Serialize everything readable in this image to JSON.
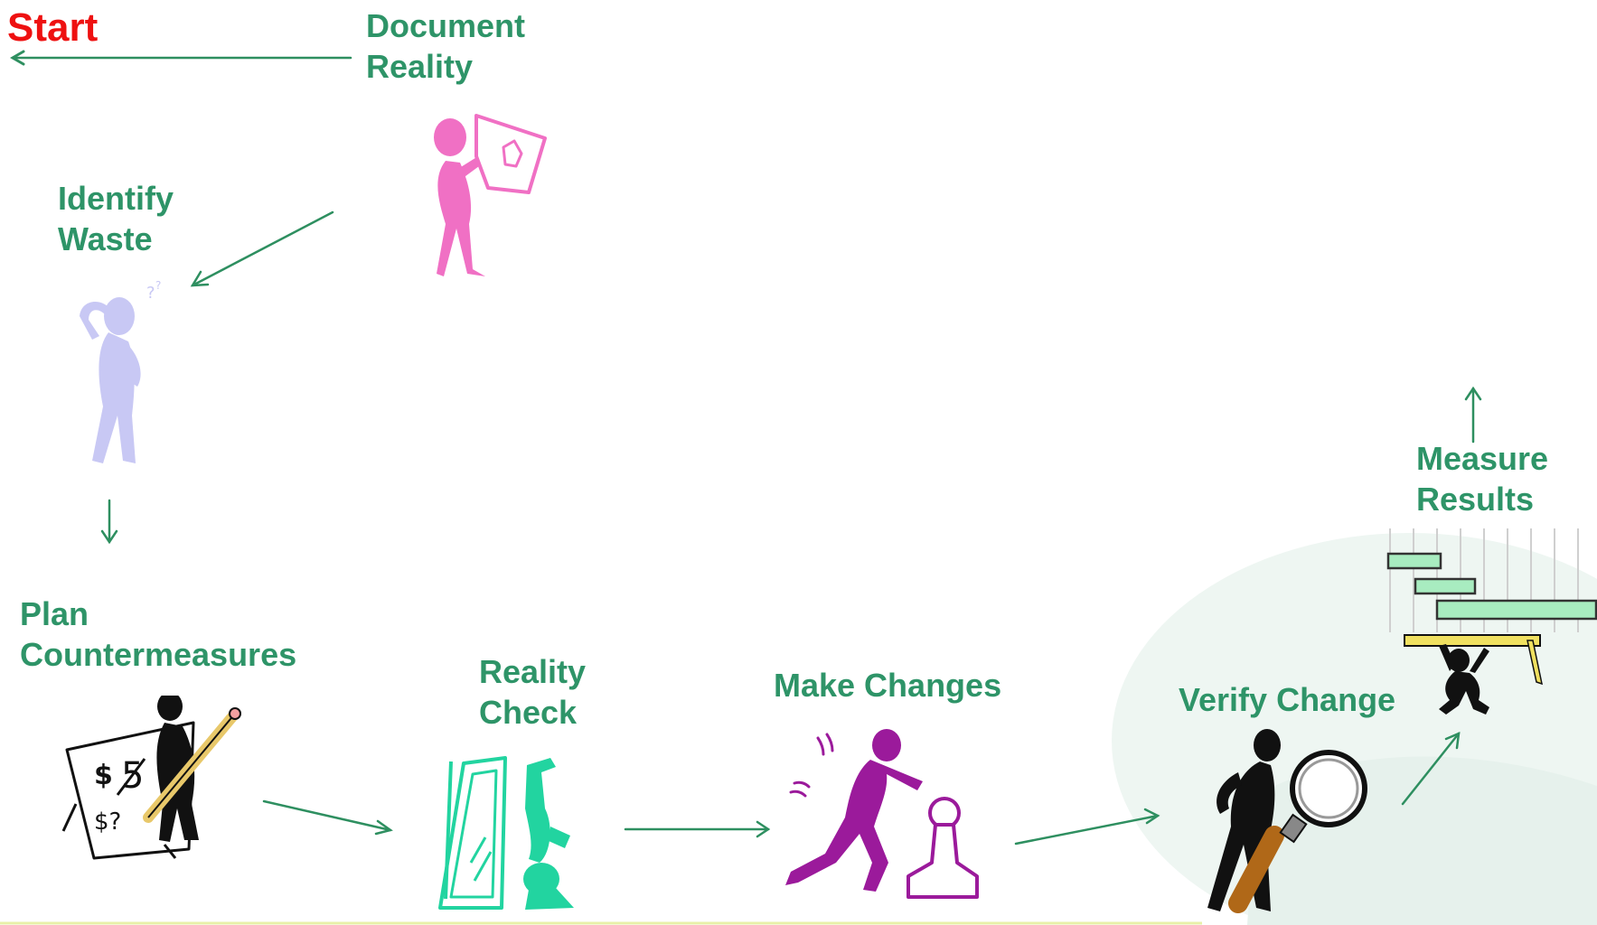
{
  "colors": {
    "label_green": "#2e9468",
    "start_red": "#ee1111",
    "arrow_green": "#2e8f60",
    "figure_pink": "#f070c4",
    "figure_lavender": "#c8c8f4",
    "figure_teal": "#22d4a0",
    "figure_purple": "#9b1a9b",
    "figure_black": "#111111",
    "gantt_green": "#a8ecc0",
    "backdrop_mint": "#eef6f2",
    "baseline_yellow": "#e8f0a8"
  },
  "labels": {
    "start": "Start",
    "document_reality": [
      "Document",
      "Reality"
    ],
    "identify_waste": [
      "Identify",
      "Waste"
    ],
    "plan_countermeasures": [
      "Plan",
      "Countermeasures"
    ],
    "reality_check": [
      "Reality",
      "Check"
    ],
    "make_changes": "Make Changes",
    "verify_change": "Verify Change",
    "measure_results": [
      "Measure",
      "Results"
    ]
  },
  "figures": [
    {
      "id": "document-reality",
      "icon": "person-holding-drawing-icon"
    },
    {
      "id": "identify-waste",
      "icon": "confused-person-icon"
    },
    {
      "id": "plan-countermeasures",
      "icon": "person-writing-on-easel-icon"
    },
    {
      "id": "reality-check",
      "icon": "person-and-mirror-icon"
    },
    {
      "id": "make-changes",
      "icon": "person-pushing-chess-pawn-icon"
    },
    {
      "id": "verify-change",
      "icon": "person-with-magnifier-icon"
    },
    {
      "id": "measure-results",
      "icon": "person-lifting-gantt-chart-icon"
    }
  ],
  "flow": [
    "document-reality -> start",
    "document-reality -> identify-waste",
    "identify-waste -> plan-countermeasures",
    "plan-countermeasures -> reality-check",
    "reality-check -> make-changes",
    "make-changes -> verify-change",
    "verify-change -> measure-results",
    "measure-results -> up"
  ]
}
